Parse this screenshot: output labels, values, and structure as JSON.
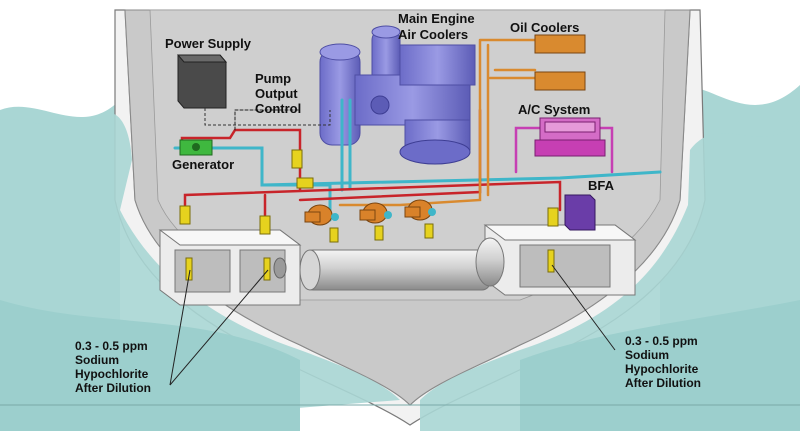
{
  "labels": {
    "main_engine_line1": "Main Engine",
    "main_engine_line2": "Air Coolers",
    "oil_coolers": "Oil Coolers",
    "power_supply": "Power Supply",
    "pump_output_line1": "Pump",
    "pump_output_line2": "Output",
    "pump_output_line3": "Control",
    "ac_system": "A/C System",
    "generator": "Generator",
    "bfa": "BFA",
    "dose_left": [
      "0.3 - 0.5 ppm",
      "Sodium",
      "Hypochlorite",
      "After Dilution"
    ],
    "dose_right": [
      "0.3 - 0.5 ppm",
      "Sodium",
      "Hypochlorite",
      "After Dilution"
    ]
  },
  "colors": {
    "sea": "#a9d6d4",
    "hull_interior": "#c9c9c9",
    "hull_wall": "#e9e9e9",
    "engine": "#7f7fd6",
    "seawater_pipe": "#3fb6c9",
    "chlorine_pipe": "#c8242a",
    "cooler_pipe": "#d98a2f",
    "ac_system": "#c63fb3",
    "bfa_box": "#6a3da8",
    "generator": "#3fb83f",
    "pump": "#d9822a",
    "injector": "#e6d21e"
  },
  "icons": [
    "power-supply-icon",
    "generator-icon",
    "engine-icon",
    "oil-cooler-icon",
    "ac-unit-icon",
    "bfa-icon",
    "pump-icon",
    "injector-icon",
    "sea-chest-icon",
    "propeller-shaft-icon"
  ]
}
